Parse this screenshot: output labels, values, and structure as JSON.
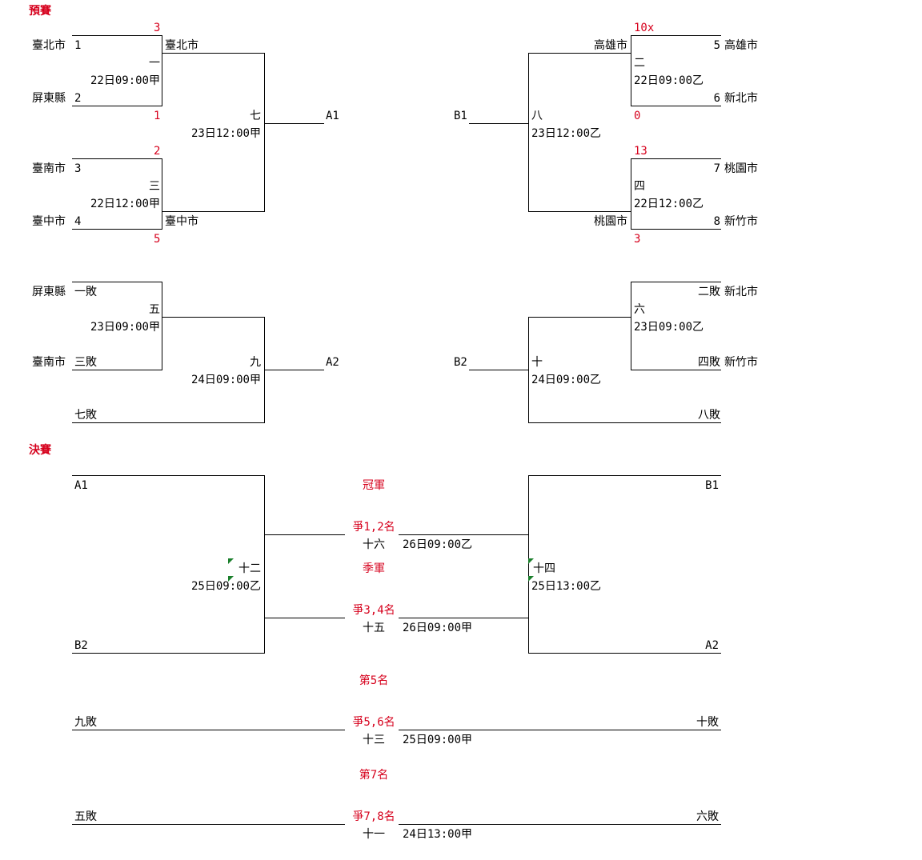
{
  "headings": {
    "prelim": "預賽",
    "final": "決賽"
  },
  "prelim": {
    "g1": {
      "team_a": "臺北市",
      "seed_a": "1",
      "team_b": "屏東縣",
      "seed_b": "2",
      "score_a": "3",
      "score_b": "1",
      "no": "一",
      "time": "22日09:00甲",
      "winner": "臺北市"
    },
    "g3": {
      "team_a": "臺南市",
      "seed_a": "3",
      "team_b": "臺中市",
      "seed_b": "4",
      "score_a": "2",
      "score_b": "5",
      "no": "三",
      "time": "22日12:00甲",
      "winner": "臺中市"
    },
    "g7": {
      "no": "七",
      "time": "23日12:00甲",
      "result": "A1"
    },
    "g2": {
      "team_a": "高雄市",
      "seed_a": "5",
      "team_b": "新北市",
      "seed_b": "6",
      "score_a": "10x",
      "score_b": "0",
      "no": "二",
      "time": "22日09:00乙",
      "winner": "高雄市"
    },
    "g4": {
      "team_a": "桃園市",
      "seed_a": "7",
      "team_b": "新竹市",
      "seed_b": "8",
      "score_a": "13",
      "score_b": "3",
      "no": "四",
      "time": "22日12:00乙",
      "winner": "桃園市"
    },
    "g8": {
      "no": "八",
      "time": "23日12:00乙",
      "result": "B1"
    },
    "g5": {
      "team_a": "屏東縣",
      "slot_a": "一敗",
      "team_b": "臺南市",
      "slot_b": "三敗",
      "no": "五",
      "time": "23日09:00甲"
    },
    "g9": {
      "no": "九",
      "time": "24日09:00甲",
      "slot": "七敗",
      "result": "A2"
    },
    "g6": {
      "team_a": "新北市",
      "slot_a": "二敗",
      "team_b": "新竹市",
      "slot_b": "四敗",
      "no": "六",
      "time": "23日09:00乙"
    },
    "g10": {
      "no": "十",
      "time": "24日09:00乙",
      "slot": "八敗",
      "result": "B2"
    }
  },
  "final": {
    "g12": {
      "top": "A1",
      "bottom": "B2",
      "no": "十二",
      "time": "25日09:00乙"
    },
    "g14": {
      "top": "B1",
      "bottom": "A2",
      "no": "十四",
      "time": "25日13:00乙"
    },
    "champion": "冠軍",
    "third": "季軍",
    "fifth": "第5名",
    "seventh": "第7名",
    "g16": {
      "label": "爭1,2名",
      "no": "十六",
      "time": "26日09:00乙"
    },
    "g15": {
      "label": "爭3,4名",
      "no": "十五",
      "time": "26日09:00甲"
    },
    "g13": {
      "label": "爭5,6名",
      "no": "十三",
      "time": "25日09:00甲",
      "left": "九敗",
      "right": "十敗"
    },
    "g11": {
      "label": "爭7,8名",
      "no": "十一",
      "time": "24日13:00甲",
      "left": "五敗",
      "right": "六敗"
    }
  },
  "colors": {
    "score": "#d6001c",
    "label": "#d6001c",
    "line": "#000000",
    "flag": "#1a7f2b"
  }
}
